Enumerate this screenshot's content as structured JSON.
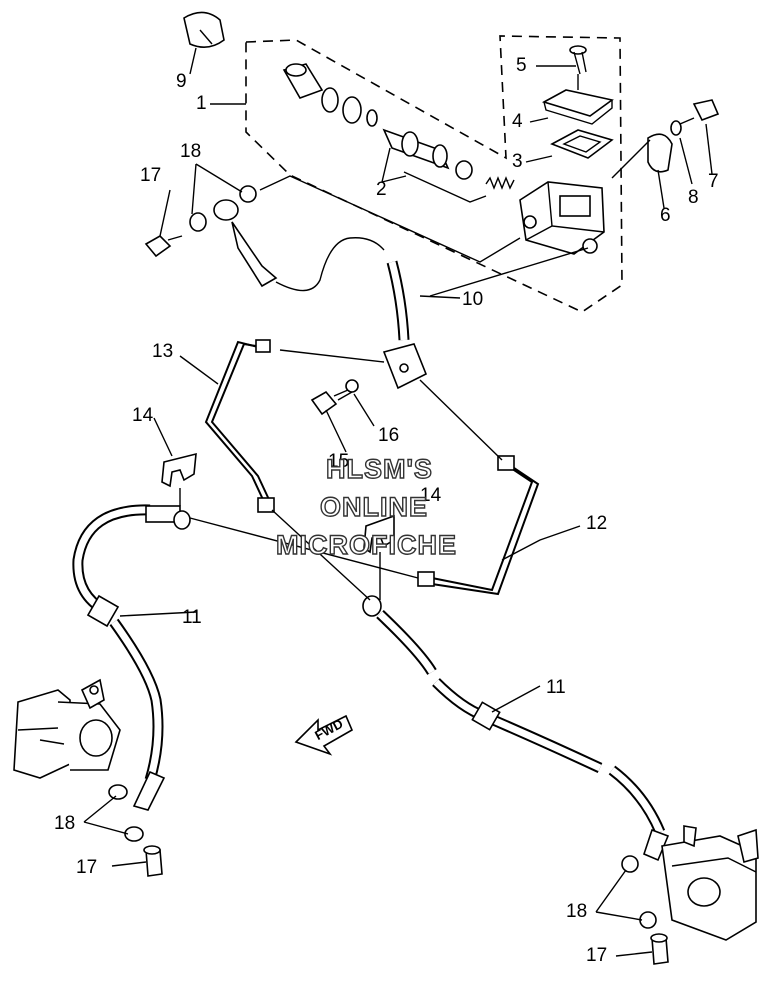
{
  "callouts": {
    "c1": "1",
    "c2": "2",
    "c3": "3",
    "c4": "4",
    "c5": "5",
    "c6": "6",
    "c7": "7",
    "c8": "8",
    "c9": "9",
    "c10": "10",
    "c11a": "11",
    "c11b": "11",
    "c12": "12",
    "c13": "13",
    "c14a": "14",
    "c14b": "14",
    "c15": "15",
    "c16": "16",
    "c17a": "17",
    "c17b": "17",
    "c17c": "17",
    "c18a": "18",
    "c18b": "18",
    "c18c": "18"
  },
  "watermark": {
    "line1": "HLSM'S",
    "line2": "ONLINE",
    "line3": "MICROFICHE"
  },
  "direction": {
    "label": "FWD"
  }
}
